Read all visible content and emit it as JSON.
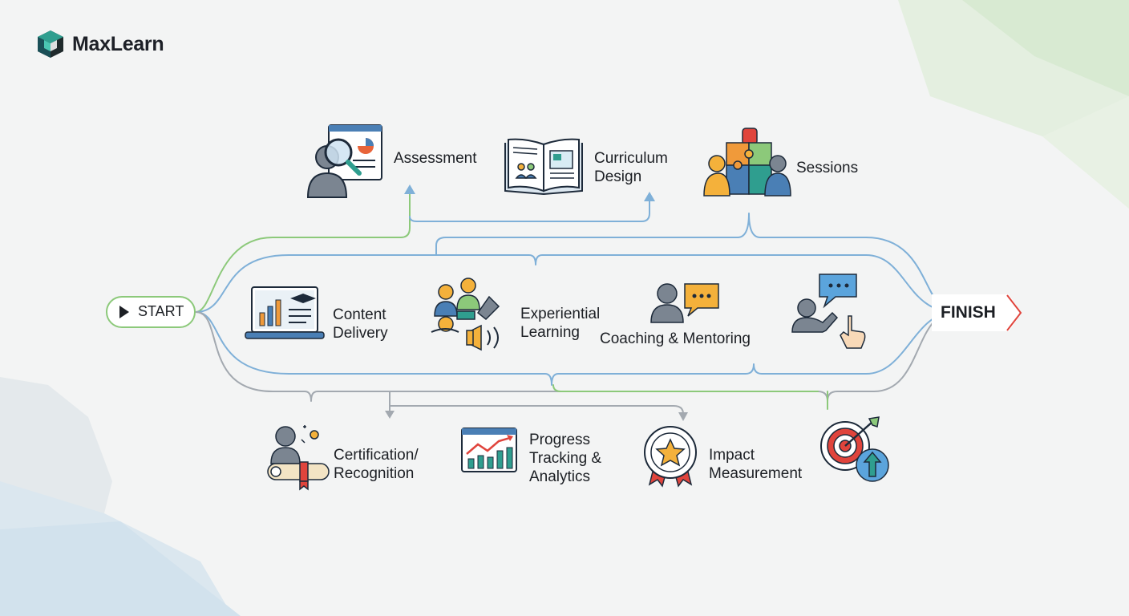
{
  "brand": {
    "name": "MaxLearn",
    "logo_icon": "maxlearn-cube-logo"
  },
  "start": {
    "label": "START",
    "icon": "play-icon"
  },
  "finish": {
    "label": "FINISH",
    "icon": "arrow-chevron-icon"
  },
  "top_row": [
    {
      "label": "Assessment",
      "icon": "assessment-magnifier-icon"
    },
    {
      "label_lines": [
        "Curriculum",
        "Design"
      ],
      "icon": "open-book-icon"
    },
    {
      "label": "Sessions",
      "icon": "puzzle-team-icon"
    }
  ],
  "middle_row": [
    {
      "label_lines": [
        "Content",
        "Delivery"
      ],
      "icon": "laptop-content-icon"
    },
    {
      "label_lines": [
        "Experiential",
        "Learning"
      ],
      "icon": "group-activity-icon"
    },
    {
      "label": "Coaching & Mentoring",
      "icon": "mentor-chat-icon"
    },
    {
      "label": "",
      "icon": "chat-pointing-icon"
    }
  ],
  "bottom_row": [
    {
      "label_lines": [
        "Certification/",
        "Recognition"
      ],
      "icon": "certificate-scroll-icon"
    },
    {
      "label_lines": [
        "Progress",
        "Tracking &",
        "Analytics"
      ],
      "icon": "analytics-chart-icon"
    },
    {
      "label_lines": [
        "Impact",
        "Measurement"
      ],
      "icon": "award-medal-icon"
    },
    {
      "label": "",
      "icon": "target-growth-icon"
    }
  ],
  "colors": {
    "green_path": "#8cc97a",
    "blue_path": "#7fb0d8",
    "grey_path": "#a3a9b0",
    "finish_red": "#e0443c",
    "text": "#1c1f24"
  }
}
